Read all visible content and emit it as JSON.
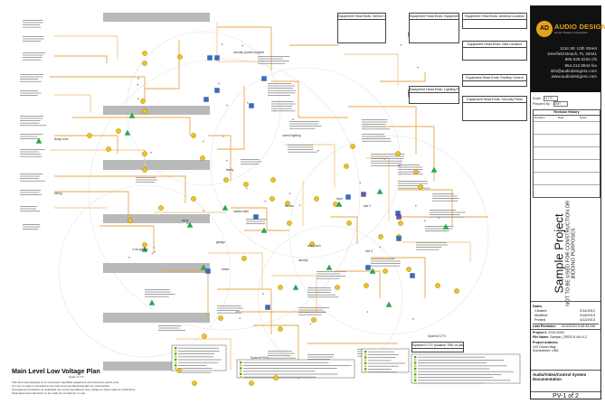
{
  "sheet": {
    "plan_title": "Main Level Low Voltage Plan",
    "plan_scale": "Scale: N.T.S.",
    "plan_notes": [
      "This floor plan drawing is for Contractor specified equipment and reference points only.",
      "It is not to scale or intended to be used as an architectural plan for construction.",
      "All equipment locations as indicated are recommendations only, subject to local codes & restrictions.",
      "Final placement decisions to be made by Contractor on site."
    ],
    "zone_labels": [
      {
        "text": "security (power) keypad"
      },
      {
        "text": "control lighting"
      },
      {
        "text": "living room"
      },
      {
        "text": "dining"
      },
      {
        "text": "family"
      },
      {
        "text": "foyer"
      },
      {
        "text": "kitchen"
      },
      {
        "text": "master bath"
      },
      {
        "text": "rear porch"
      },
      {
        "text": "garage"
      },
      {
        "text": "laundry"
      },
      {
        "text": "2 car garage"
      },
      {
        "text": "closet"
      },
      {
        "text": "study"
      },
      {
        "text": "bed 2"
      },
      {
        "text": "bed 3"
      },
      {
        "text": "System/CCTV"
      },
      {
        "text": "System/HVAC"
      }
    ],
    "legends": [
      {
        "title": "Equipment Head Ends: Service Closet",
        "color": "#1bb34a"
      },
      {
        "title": "Equipment Head Ends: Equipment Location",
        "color": "#e94e9b"
      },
      {
        "title": "Equipment Head Ends: Antenna Location",
        "color": "#1e73c8"
      },
      {
        "title": "Equipment Head Ends: Dish Location",
        "color": "#7b4fb3"
      },
      {
        "title": "Equipment Head Ends: Rooftop Control",
        "color": "#22b6c8"
      },
      {
        "title": "Equipment Head Ends: Lighting Processor",
        "color": "#e94e9b"
      },
      {
        "title": "Equipment Head Ends: Security Panel",
        "color": "#e94e9b"
      },
      {
        "title": "System/CCTV (location TBD on-site)",
        "color": "#1bb34a"
      }
    ],
    "colors": {
      "wire": "#e8a64a",
      "wire_light": "#f3c98c",
      "wall": "#b9b9b9",
      "fixture_yellow": "#f2c318",
      "blue": "#2b6fd6",
      "green": "#1bb34a",
      "magenta": "#e94e9b"
    }
  },
  "title_block": {
    "brand": "AUDIO DESIGN",
    "brand_sub": "Home Theater & Integration",
    "address_lines": [
      "1116 SE 10th Street",
      "Deerfield Beach, FL 33441",
      "888.529.0234 cfs",
      "954.212.8944 fax",
      "info@audiodesignsc.com",
      "www.audiodesignsc.com"
    ],
    "mini_fields": [
      {
        "label": "Scale:",
        "value": "N.T.S."
      },
      {
        "label": "Prepared By:",
        "value": "DMT"
      }
    ],
    "revision_header": "Revision History",
    "revision_cols": [
      "Revision",
      "Date",
      "Notes"
    ],
    "project_title": "Sample Project",
    "warning": "NOT TO BE USED FOR CONSTRUCTION OR BIDDING PURPOSES",
    "dates_label": "Dates",
    "dates": [
      {
        "label": "Created",
        "value": "2/14/2012"
      },
      {
        "label": "Modified",
        "value": "3/18/2013"
      },
      {
        "label": "Printed",
        "value": "4/12/2013"
      }
    ],
    "last_revision_label": "Last Revision:",
    "last_revision_value": "4/12/2013 9:45:35 AM",
    "project_no_label": "Project #:",
    "project_no": "2013-0020",
    "file_name_label": "File Name:",
    "file_name": "Sample_CRES-R-AV-r1.2",
    "address_label": "Project Address:",
    "address": [
      "123 Ocean Way",
      "Somewhere, USA"
    ],
    "doc_title": "Audio/Video/Control System Documentation",
    "page": "PV-1 of 2"
  }
}
